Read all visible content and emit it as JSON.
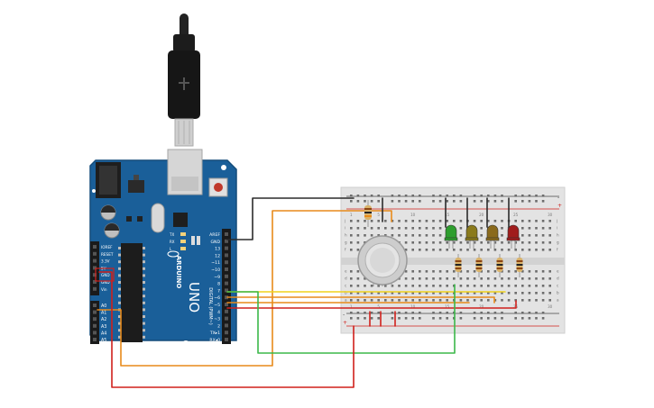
{
  "arduino": {
    "brand_text": "ARDUINO",
    "model_text": "UNO",
    "power_pins": [
      "IOREF",
      "RESET",
      "3.3V",
      "5V",
      "GND",
      "GND",
      "Vin"
    ],
    "analog_pins": [
      "A0",
      "A1",
      "A2",
      "A3",
      "A4",
      "A5"
    ],
    "digital_header_pins": [
      "AREF",
      "GND",
      "13",
      "12",
      "~11",
      "~10",
      "~9",
      "8",
      "7",
      "~6",
      "~5",
      "4",
      "~3",
      "2",
      "TX▸1",
      "RX◂0"
    ],
    "digital_label": "DIGITAL (PWM~)",
    "tx_label": "TX",
    "rx_label": "RX",
    "l_label": "L"
  },
  "breadboard": {
    "column_numbers": [
      "1",
      "5",
      "10",
      "15",
      "20",
      "25",
      "30"
    ],
    "row_letters_top": [
      "j",
      "i",
      "h",
      "g",
      "f"
    ],
    "row_letters_bottom": [
      "e",
      "d",
      "c",
      "b",
      "a"
    ],
    "plus_sign": "+",
    "minus_sign": "-"
  },
  "components": {
    "leds": [
      {
        "color": "#2e9e2e"
      },
      {
        "color": "#8a7a1c"
      },
      {
        "color": "#8a6a1c"
      },
      {
        "color": "#a01c1c"
      }
    ]
  },
  "colors": {
    "board": "#1a5f99",
    "wire_black": "#2b2b2b",
    "wire_orange": "#e88a1a",
    "wire_yellow": "#f0d21c",
    "wire_green": "#3cb84a",
    "wire_red": "#d0201c"
  }
}
